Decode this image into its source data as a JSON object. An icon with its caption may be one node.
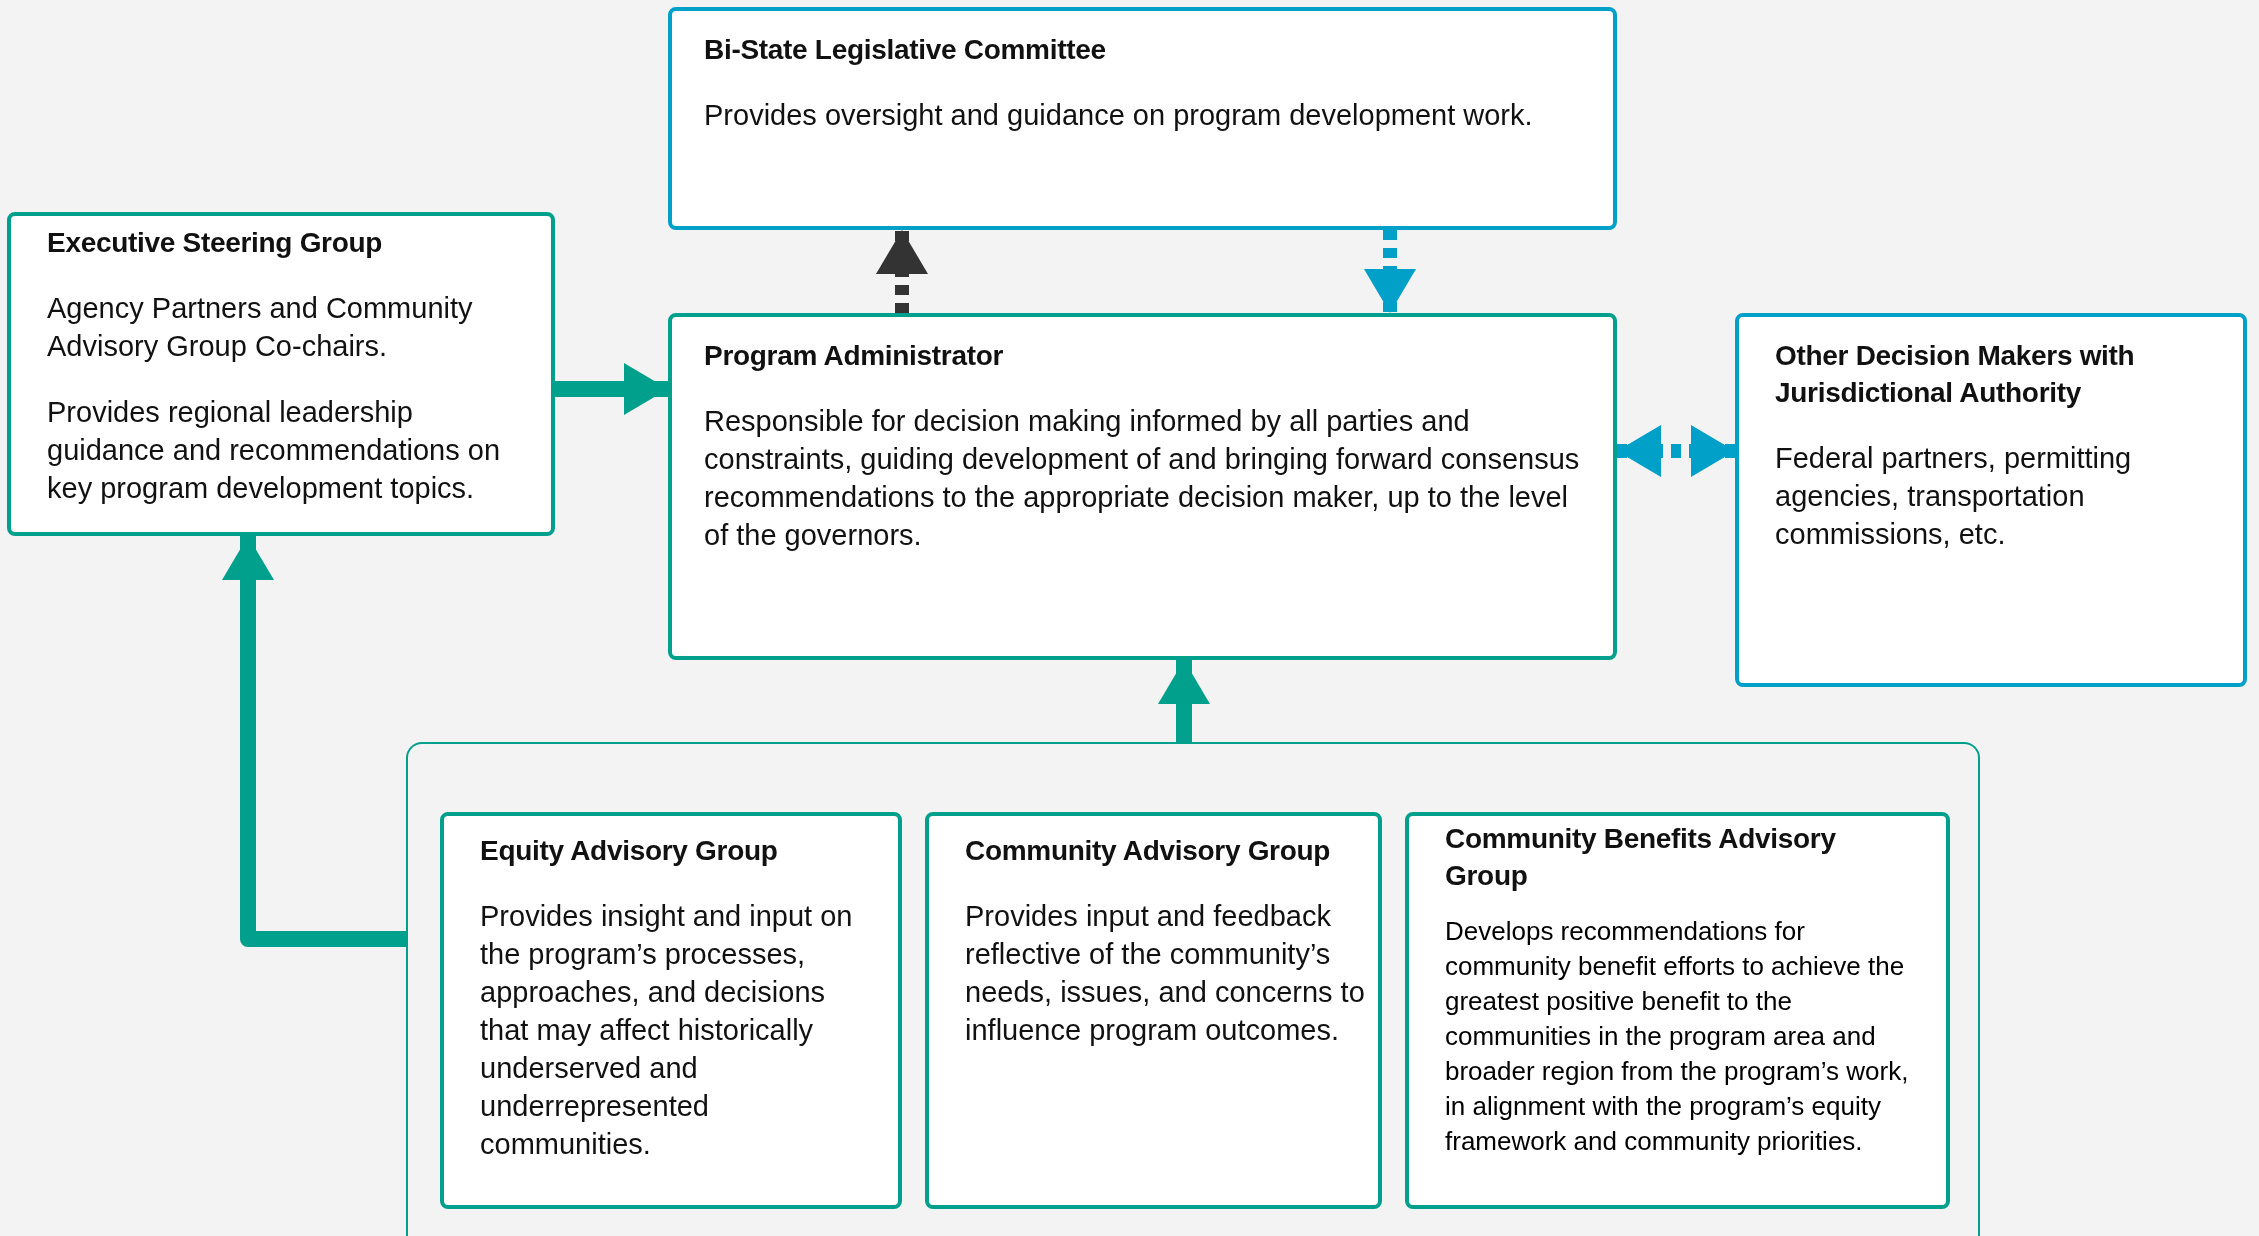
{
  "diagram": {
    "nodes": [
      {
        "text": [
          "Bi-State Legislative Committee",
          "Provides oversight and guidance on program development work."
        ]
      },
      {
        "text": [
          "Executive Steering Group",
          "Agency Partners and Community Advisory Group Co-chairs.",
          "Provides regional leadership guidance and recommendations on key program development topics."
        ]
      },
      {
        "text": [
          "Program Administrator",
          "Responsible for decision making informed by all parties and constraints, guiding development of and bringing forward consensus recommendations to the appropriate decision maker, up to the level of the governors."
        ]
      },
      {
        "text": [
          "Other Decision Makers with Jurisdictional Authority",
          "Federal partners, permitting agencies, transportation commissions, etc."
        ]
      },
      {
        "text": [],
        "shape": "box"
      },
      {
        "text": [
          "Equity Advisory Group",
          "Provides insight and input on the program’s processes, approaches, and decisions that may affect historically underserved and underrepresented communities."
        ],
        "in": 4
      },
      {
        "text": [
          "Community Advisory Group",
          "Provides input and feedback reflective of the community’s needs, issues, and concerns to influence program outcomes."
        ],
        "in": 4
      },
      {
        "text": [
          "Community Benefits Advisory Group",
          "Develops recommendations for community benefit efforts to achieve the greatest positive benefit to the communities in the program area and broader region from the program’s work, in alignment with the program’s equity framework and community priorities."
        ],
        "in": 4
      }
    ],
    "edges": [
      {
        "from": 1,
        "to": 2,
        "arrow": "to"
      },
      {
        "from": 2,
        "to": 0,
        "arrow": "to",
        "style": "dashed",
        "color": "#333333"
      },
      {
        "from": 0,
        "to": 2,
        "arrow": "to",
        "style": "dashed",
        "color": "#00a0c8"
      },
      {
        "from": 2,
        "to": 3,
        "arrow": "both",
        "style": "dashed",
        "color": "#00a0c8"
      },
      {
        "from": 4,
        "to": 2,
        "arrow": "to"
      },
      {
        "from": 4,
        "to": 1,
        "arrow": "to"
      }
    ]
  }
}
